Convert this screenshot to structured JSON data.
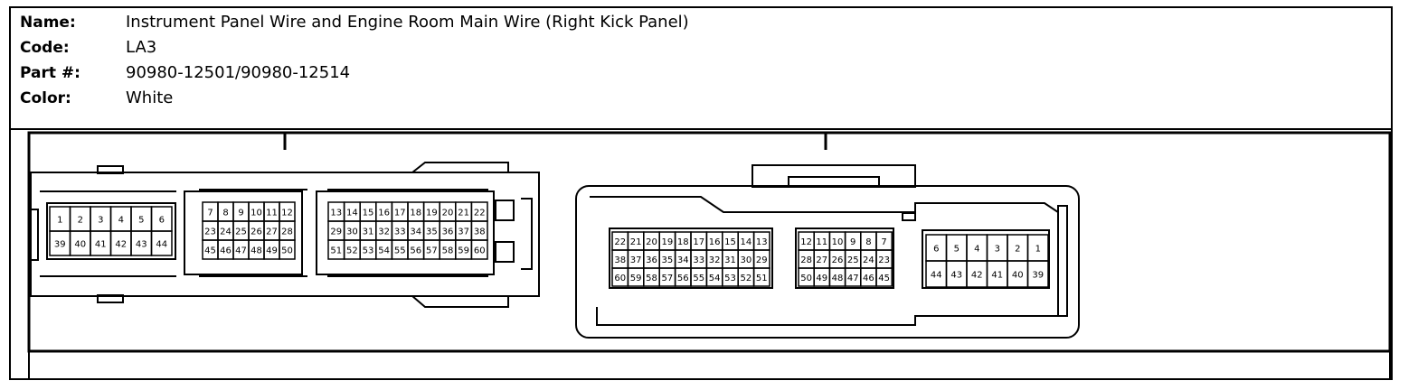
{
  "header": {
    "name_label": "Name:",
    "name_value": "Instrument Panel Wire and Engine Room Main Wire (Right Kick Panel)",
    "code_label": "Code:",
    "code_value": "LA3",
    "part_label": "Part #:",
    "part_value": "90980-12501/90980-12514",
    "color_label": "Color:",
    "color_value": "White"
  },
  "connector_left": {
    "block1": {
      "row1": [
        "1",
        "2",
        "3",
        "4",
        "5",
        "6"
      ],
      "row2": [
        "39",
        "40",
        "41",
        "42",
        "43",
        "44"
      ]
    },
    "block2": {
      "row1": [
        "7",
        "8",
        "9",
        "10",
        "11",
        "12"
      ],
      "row2": [
        "23",
        "24",
        "25",
        "26",
        "27",
        "28"
      ],
      "row3": [
        "45",
        "46",
        "47",
        "48",
        "49",
        "50"
      ]
    },
    "block3": {
      "row1": [
        "13",
        "14",
        "15",
        "16",
        "17",
        "18",
        "19",
        "20",
        "21",
        "22"
      ],
      "row2": [
        "29",
        "30",
        "31",
        "32",
        "33",
        "34",
        "35",
        "36",
        "37",
        "38"
      ],
      "row3": [
        "51",
        "52",
        "53",
        "54",
        "55",
        "56",
        "57",
        "58",
        "59",
        "60"
      ]
    }
  },
  "connector_right": {
    "block1": {
      "row1": [
        "22",
        "21",
        "20",
        "19",
        "18",
        "17",
        "16",
        "15",
        "14",
        "13"
      ],
      "row2": [
        "38",
        "37",
        "36",
        "35",
        "34",
        "33",
        "32",
        "31",
        "30",
        "29"
      ],
      "row3": [
        "60",
        "59",
        "58",
        "57",
        "56",
        "55",
        "54",
        "53",
        "52",
        "51"
      ]
    },
    "block2": {
      "row1": [
        "12",
        "11",
        "10",
        "9",
        "8",
        "7"
      ],
      "row2": [
        "28",
        "27",
        "26",
        "25",
        "24",
        "23"
      ],
      "row3": [
        "50",
        "49",
        "48",
        "47",
        "46",
        "45"
      ]
    },
    "block3": {
      "row1": [
        "6",
        "5",
        "4",
        "3",
        "2",
        "1"
      ],
      "row2": [
        "44",
        "43",
        "42",
        "41",
        "40",
        "39"
      ]
    }
  }
}
